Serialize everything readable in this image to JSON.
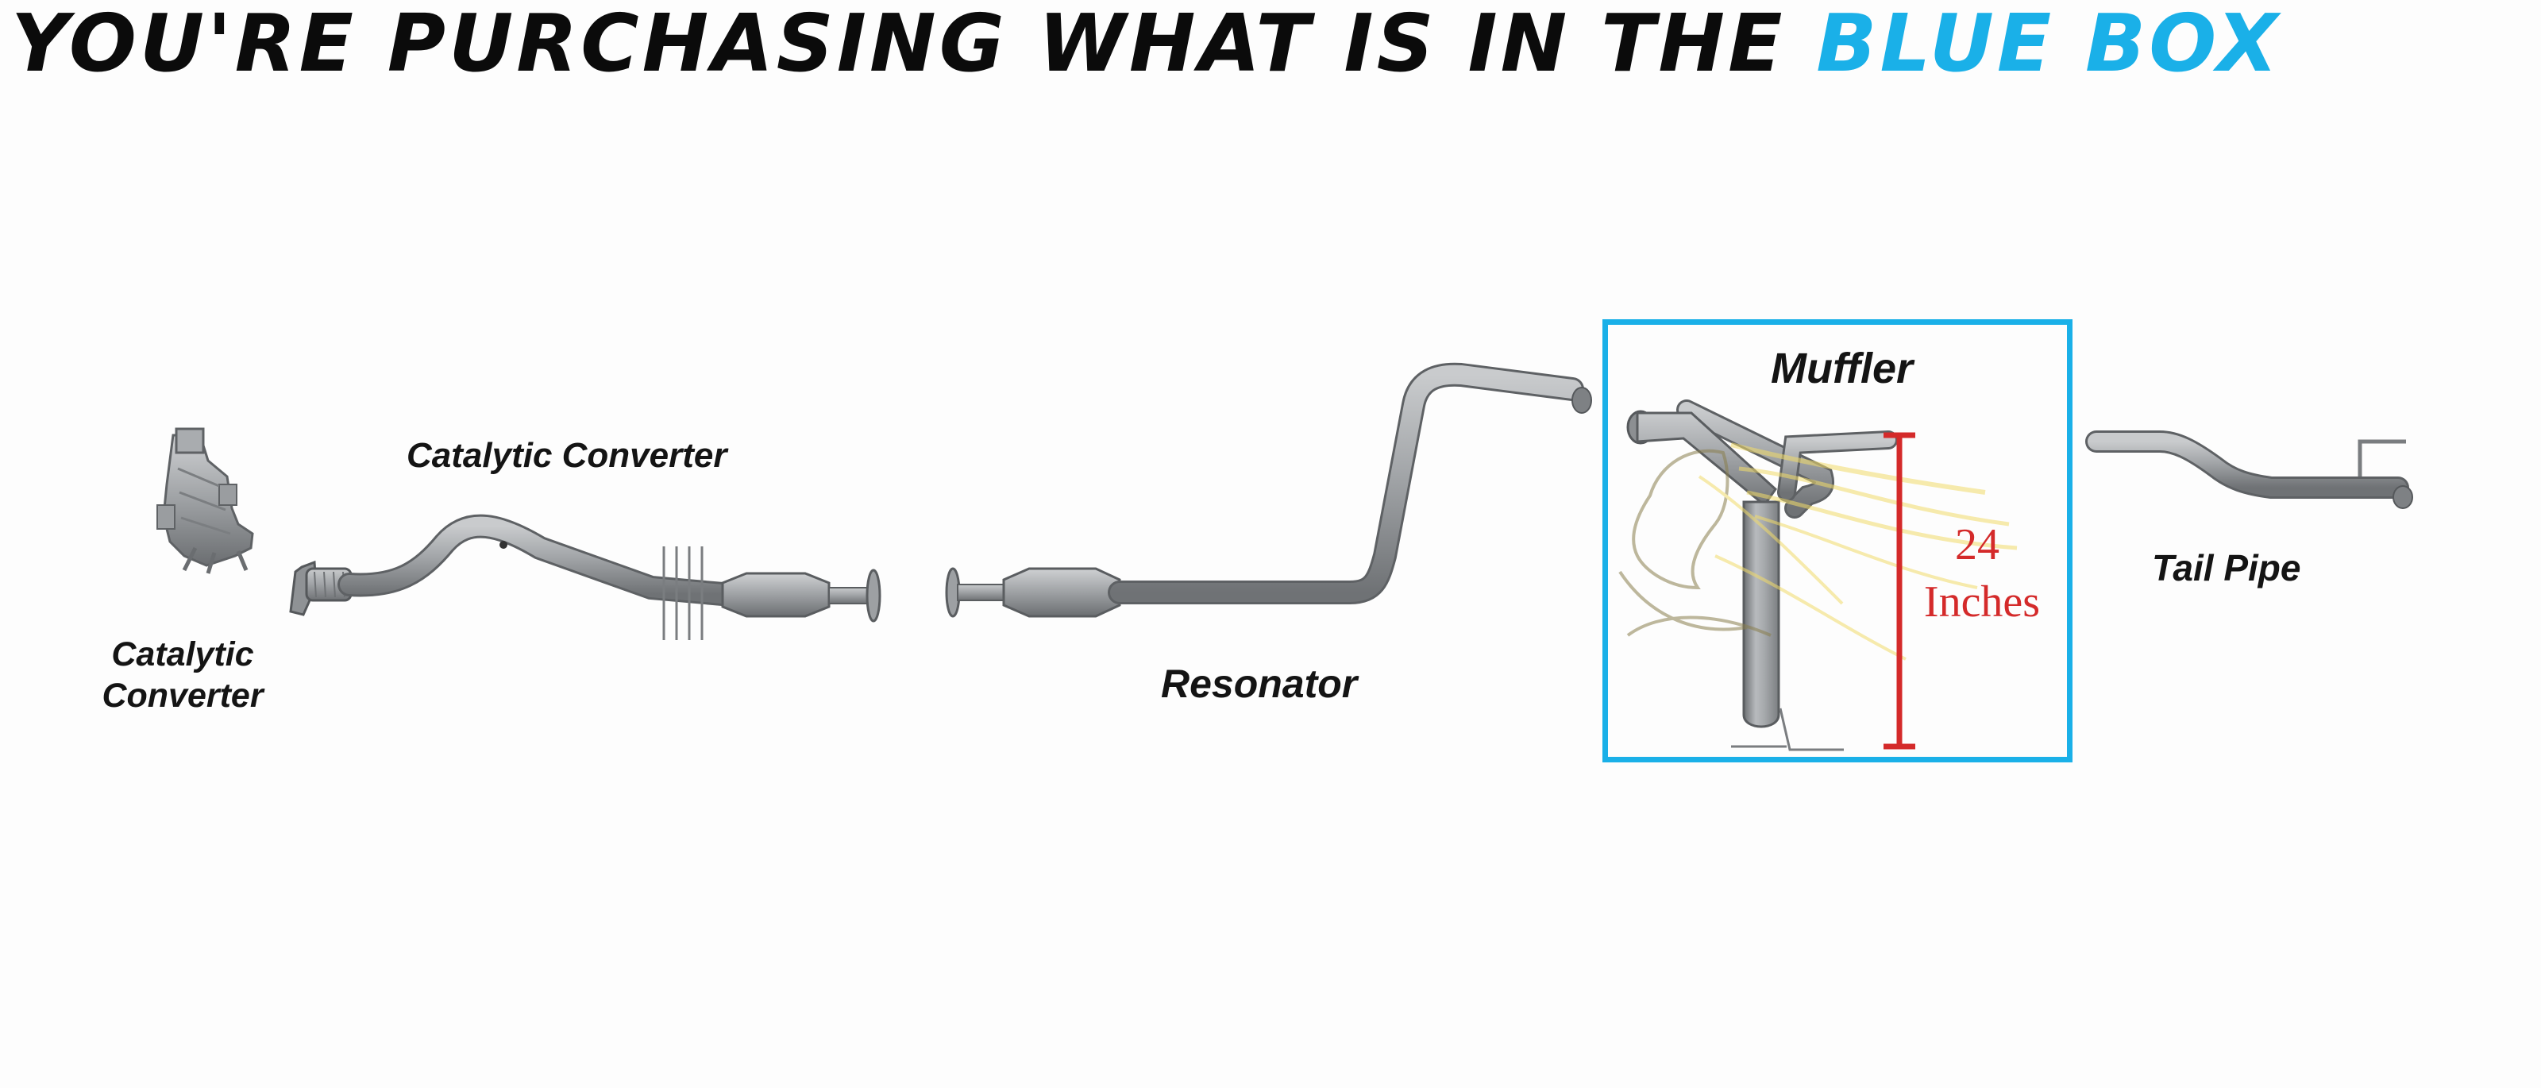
{
  "headline": {
    "prefix": "YOU'RE PURCHASING WHAT IS IN THE ",
    "accent": "BLUE BOX",
    "accent_color": "#1ab0e8"
  },
  "labels": {
    "manifold_converter": [
      "Catalytic",
      "Converter"
    ],
    "front_converter": "Catalytic Converter",
    "resonator": "Resonator",
    "muffler": "Muffler",
    "tail_pipe": "Tail Pipe"
  },
  "measurement": {
    "value": "24",
    "unit": "Inches",
    "color": "#d42a2a"
  },
  "selection_box_color": "#1ab0e8"
}
